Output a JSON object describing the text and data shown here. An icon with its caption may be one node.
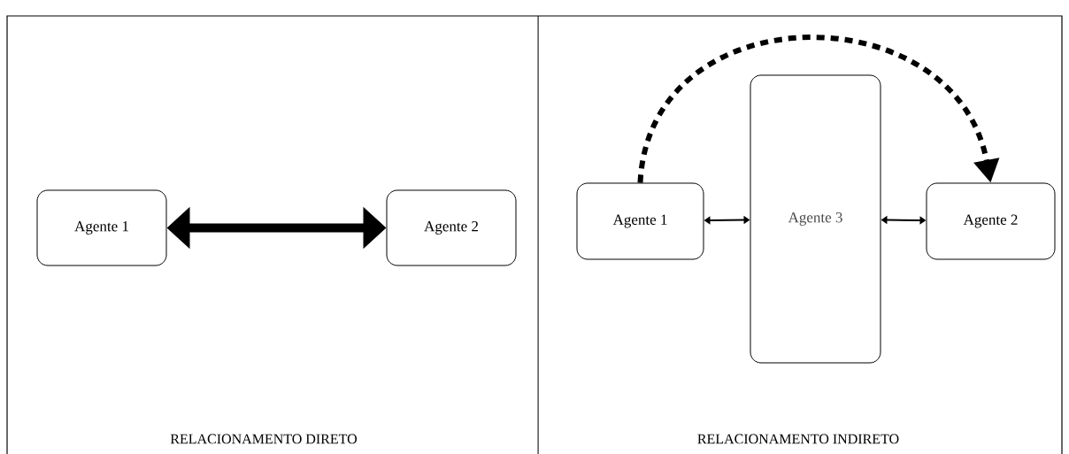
{
  "diagram": {
    "nodes": [
      {
        "text": [
          "Agente 1"
        ]
      },
      {
        "text": [
          "Agente 2"
        ]
      },
      {
        "text": [
          "Agente 1"
        ]
      },
      {
        "text": [
          "Agente 3"
        ]
      },
      {
        "text": [
          "Agente 2"
        ]
      }
    ],
    "edges": [
      {
        "from": 0,
        "to": 1,
        "arrow": "both",
        "style": "thick"
      },
      {
        "from": 2,
        "to": 3,
        "arrow": "both"
      },
      {
        "from": 3,
        "to": 4,
        "arrow": "both"
      },
      {
        "from": 2,
        "to": 4,
        "arrow": "to",
        "style": "dashed"
      }
    ],
    "labels": [
      "RELACIONAMENTO DIRETO",
      "RELACIONAMENTO INDIRETO"
    ]
  }
}
